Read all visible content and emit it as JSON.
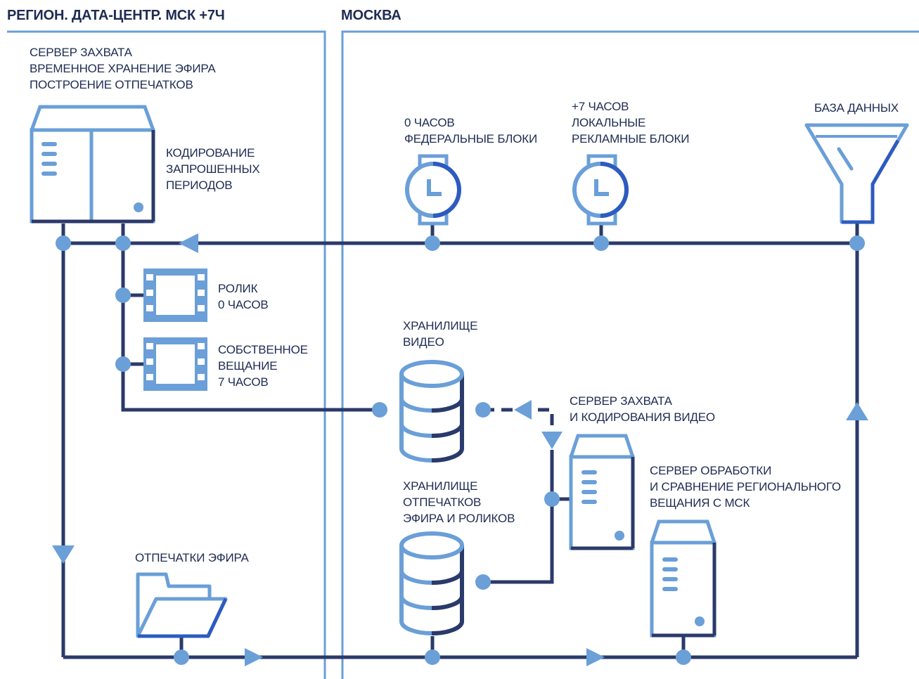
{
  "colors": {
    "dark": "#2a3a6a",
    "light": "#6a9fd8",
    "accent": "#2d5bbf",
    "background": "#ffffff"
  },
  "regions": {
    "left": {
      "title": "РЕГИОН. ДАТА-ЦЕНТР. МСК +7Ч"
    },
    "right": {
      "title": "МОСКВА"
    }
  },
  "nodes": {
    "capture_server": {
      "icon": "server-icon",
      "lines": [
        "СЕРВЕР ЗАХВАТА",
        "ВРЕМЕННОЕ ХРАНЕНИЕ ЭФИРА",
        "ПОСТРОЕНИЕ ОТПЕЧАТКОВ"
      ]
    },
    "encoding": {
      "lines": [
        "КОДИРОВАНИЕ",
        "ЗАПРОШЕННЫХ",
        "ПЕРИОДОВ"
      ]
    },
    "clock_zero": {
      "icon": "watch-icon",
      "lines": [
        "0 ЧАСОВ",
        "ФЕДЕРАЛЬНЫЕ БЛОКИ"
      ]
    },
    "clock_seven": {
      "icon": "watch-icon",
      "lines": [
        "+7 ЧАСОВ",
        "ЛОКАЛЬНЫЕ",
        "РЕКЛАМНЫЕ БЛОКИ"
      ]
    },
    "database": {
      "icon": "funnel-icon",
      "lines": [
        "БАЗА ДАННЫХ"
      ]
    },
    "clip_zero": {
      "icon": "film-icon",
      "lines": [
        "РОЛИК",
        "0 ЧАСОВ"
      ]
    },
    "own_broadcast": {
      "icon": "film-icon",
      "lines": [
        "СОБСТВЕННОЕ",
        "ВЕЩАНИЕ",
        "7 ЧАСОВ"
      ]
    },
    "video_storage": {
      "icon": "database-icon",
      "lines": [
        "ХРАНИЛИЩЕ",
        "ВИДЕО"
      ]
    },
    "capture_encode_server": {
      "icon": "server-tower-icon",
      "lines": [
        "СЕРВЕР ЗАХВАТА",
        "И КОДИРОВАНИЯ ВИДЕО"
      ]
    },
    "fingerprint_storage": {
      "icon": "database-icon",
      "lines": [
        "ХРАНИЛИЩЕ",
        "ОТПЕЧАТКОВ",
        "ЭФИРА И РОЛИКОВ"
      ]
    },
    "processing_server": {
      "icon": "server-tower-icon",
      "lines": [
        "СЕРВЕР ОБРАБОТКИ",
        "И СРАВНЕНИЕ РЕГИОНАЛЬНОГО",
        "ВЕЩАНИЯ С МСК"
      ]
    },
    "air_fingerprints": {
      "icon": "folder-icon",
      "lines": [
        "ОТПЕЧАТКИ ЭФИРА"
      ]
    }
  }
}
